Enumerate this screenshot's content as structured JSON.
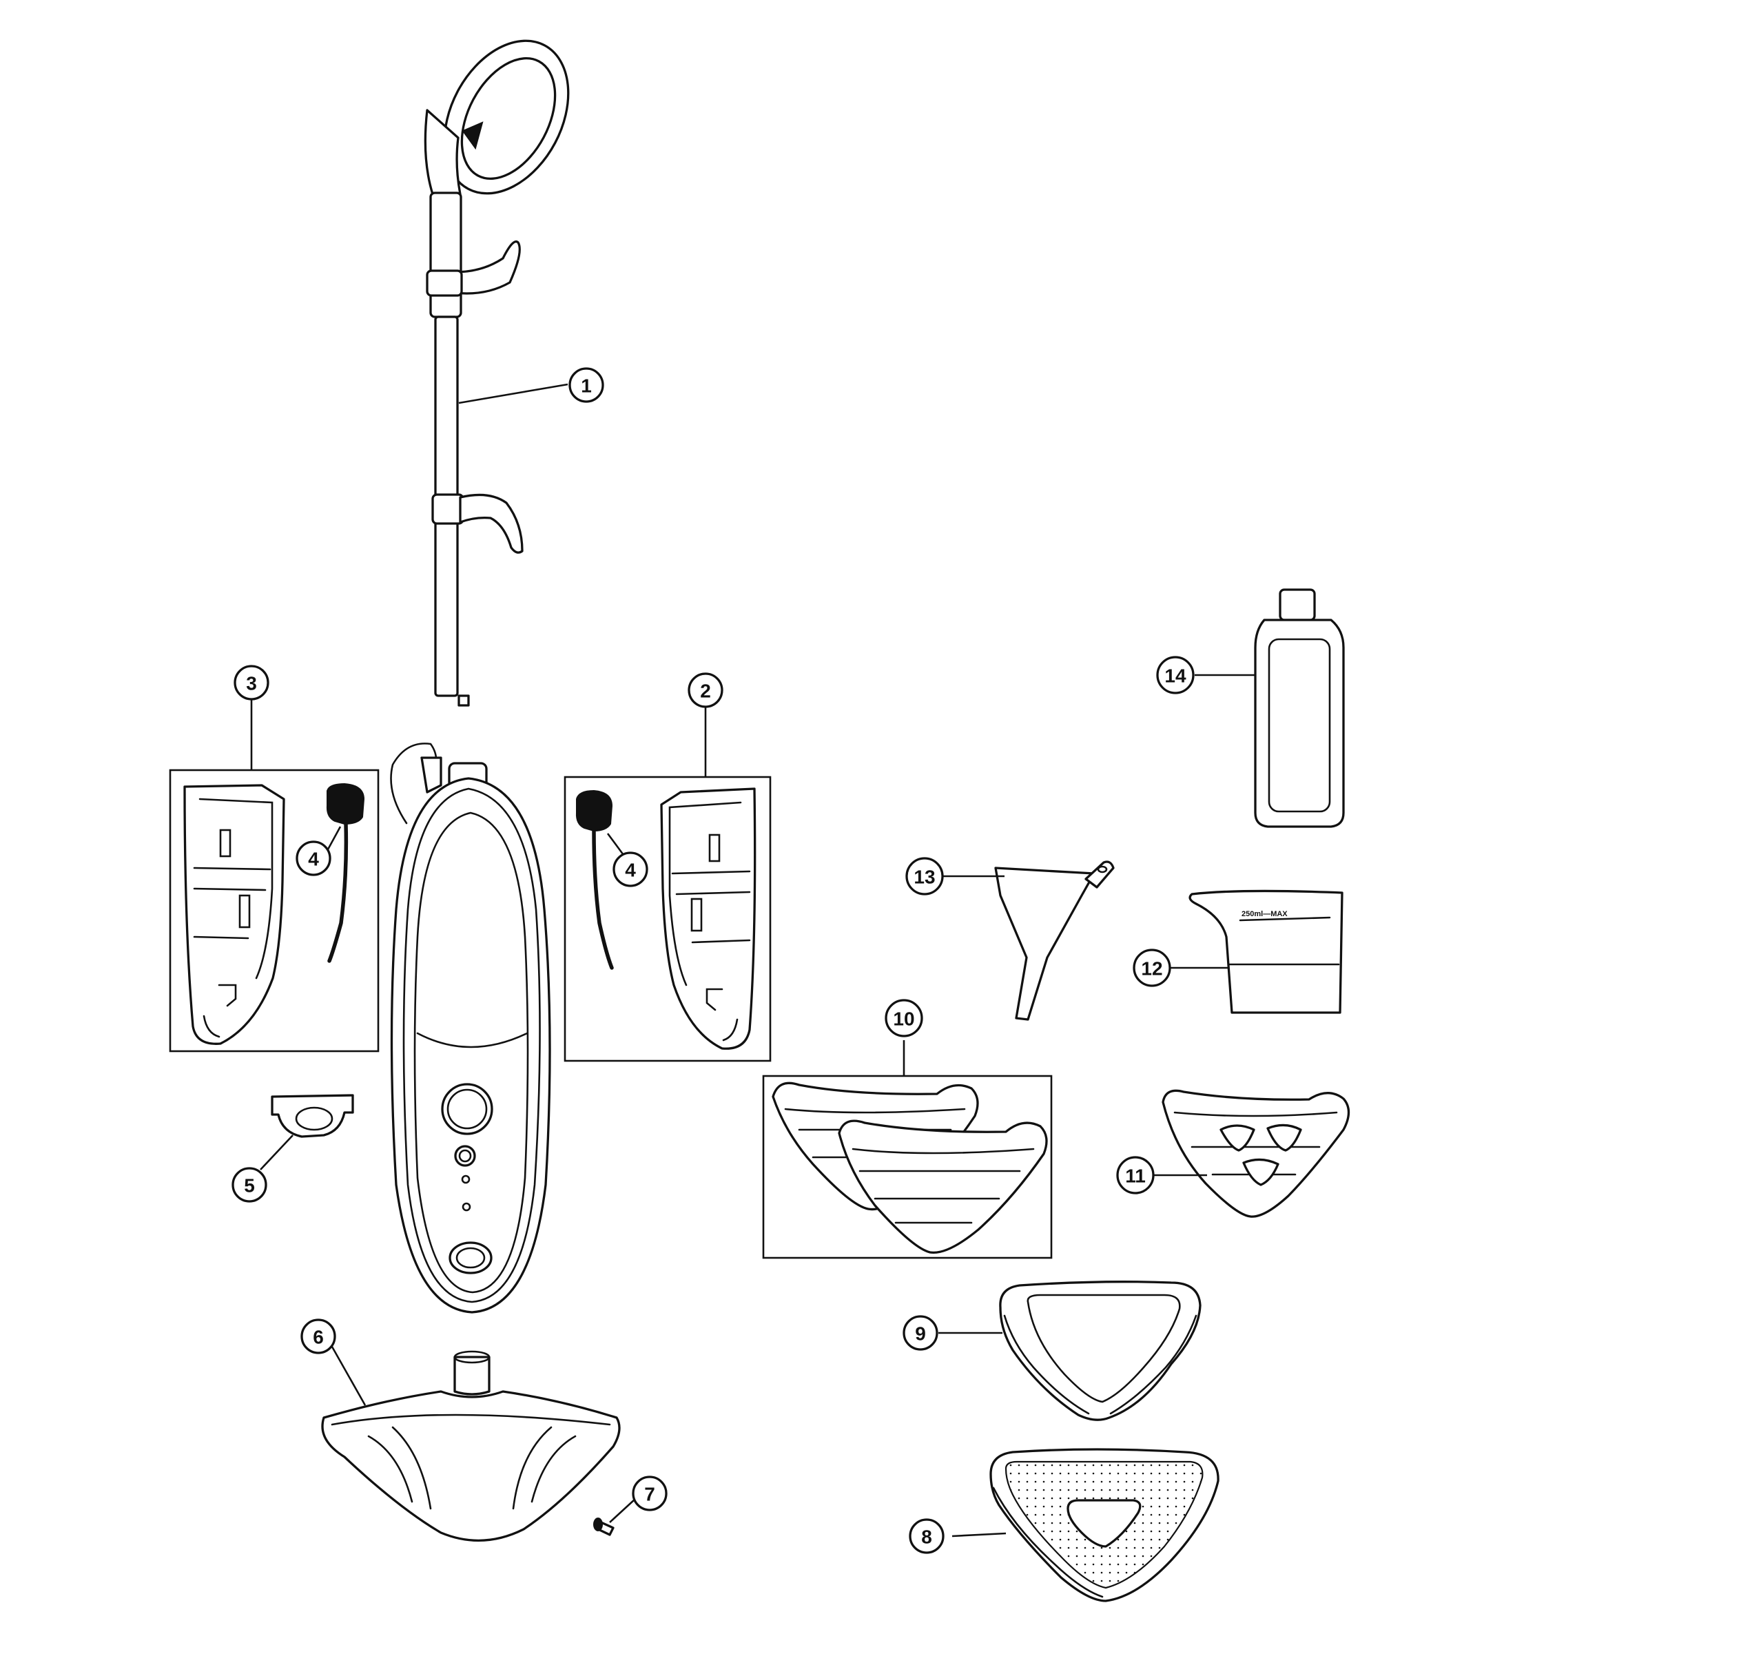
{
  "diagram": {
    "callouts": [
      {
        "id": "1",
        "label": "1"
      },
      {
        "id": "2",
        "label": "2"
      },
      {
        "id": "3",
        "label": "3"
      },
      {
        "id": "4a",
        "label": "4"
      },
      {
        "id": "4b",
        "label": "4"
      },
      {
        "id": "5",
        "label": "5"
      },
      {
        "id": "6",
        "label": "6"
      },
      {
        "id": "7",
        "label": "7"
      },
      {
        "id": "8",
        "label": "8"
      },
      {
        "id": "9",
        "label": "9"
      },
      {
        "id": "10",
        "label": "10"
      },
      {
        "id": "11",
        "label": "11"
      },
      {
        "id": "12",
        "label": "12"
      },
      {
        "id": "13",
        "label": "13"
      },
      {
        "id": "14",
        "label": "14"
      }
    ],
    "cup_marking": "250ml—MAX"
  }
}
